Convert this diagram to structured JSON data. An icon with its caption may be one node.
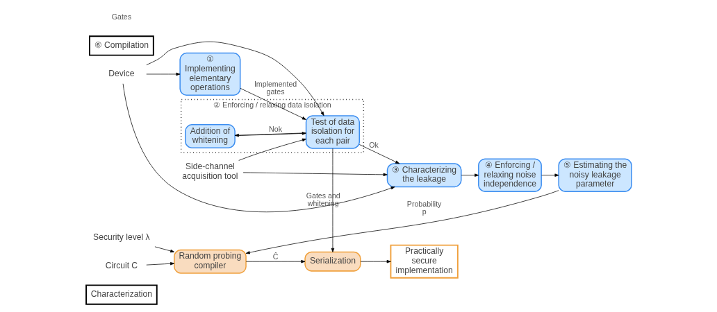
{
  "diagram": {
    "nodes": [
      {
        "text": [
          "Characterization"
        ]
      },
      {
        "text": [
          "Device"
        ]
      },
      {
        "text": [
          "①",
          "Implementing elementary operations"
        ]
      },
      {
        "text": [
          "② Enforcing / relaxing data isolation"
        ]
      },
      {
        "text": [
          "Test of data isolation for each pair"
        ],
        "in": 3
      },
      {
        "text": [
          "Addition of whitening"
        ],
        "in": 3
      },
      {
        "text": [
          "Side-channel acquisition tool"
        ]
      },
      {
        "text": [
          "③ Characterizing the leakage"
        ]
      },
      {
        "text": [
          "④ Enforcing / relaxing noise independence"
        ]
      },
      {
        "text": [
          "⑤ Estimating the noisy leakage parameter"
        ]
      },
      {
        "text": [
          "⑥ Compilation"
        ]
      },
      {
        "text": [
          "Circuit C"
        ]
      },
      {
        "text": [
          "Security level λ"
        ]
      },
      {
        "text": [
          "Random probing compiler"
        ]
      },
      {
        "text": [
          "Serialization"
        ]
      },
      {
        "text": [
          "Practically secure implementation"
        ]
      }
    ],
    "edges": [
      {
        "from": 1,
        "to": 2,
        "arrow": "to"
      },
      {
        "from": 1,
        "to": 7,
        "arrow": "to"
      },
      {
        "from": 1,
        "to": 4,
        "arrow": "to"
      },
      {
        "from": 2,
        "to": 4,
        "arrow": "to",
        "label": "Implemented gates"
      },
      {
        "from": 4,
        "to": 7,
        "arrow": "to",
        "label": "Ok"
      },
      {
        "from": 4,
        "to": 5,
        "arrow": "to",
        "label": "Nok"
      },
      {
        "from": 5,
        "to": 4,
        "arrow": "to"
      },
      {
        "from": 6,
        "to": 4,
        "arrow": "to"
      },
      {
        "from": 6,
        "to": 7,
        "arrow": "to"
      },
      {
        "from": 7,
        "to": 8,
        "arrow": "to"
      },
      {
        "from": 8,
        "to": 9,
        "arrow": "to"
      },
      {
        "from": 4,
        "to": 14,
        "arrow": "to",
        "label": "Gates and whitening"
      },
      {
        "from": 9,
        "to": 13,
        "arrow": "to",
        "label": "Probability p"
      },
      {
        "from": 11,
        "to": 13,
        "arrow": "to"
      },
      {
        "from": 12,
        "to": 13,
        "arrow": "to"
      },
      {
        "from": 13,
        "to": 14,
        "arrow": "to",
        "label": "Ĉ"
      },
      {
        "from": 14,
        "to": 15,
        "arrow": "to"
      }
    ],
    "labels": [
      "Gates"
    ]
  }
}
